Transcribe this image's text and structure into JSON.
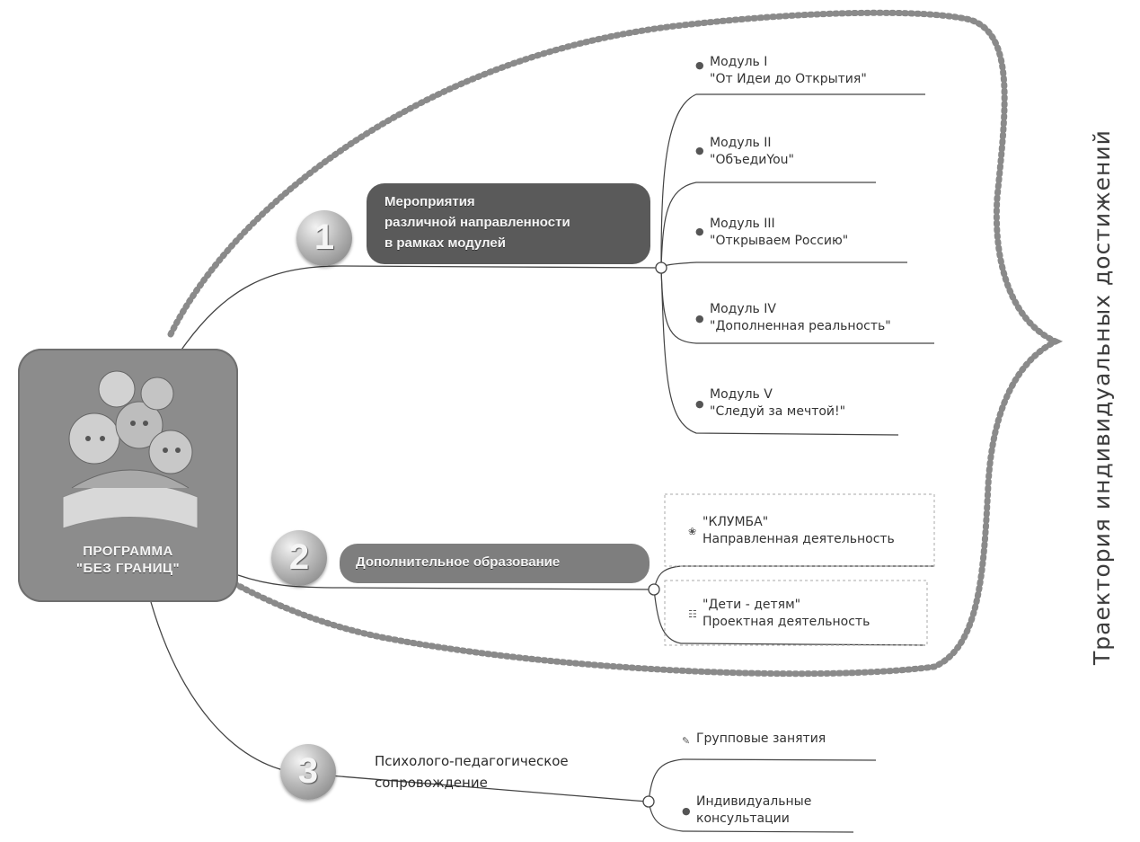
{
  "root": {
    "title_line1": "ПРОГРАММА",
    "title_line2": "\"БЕЗ ГРАНИЦ\""
  },
  "branches": [
    {
      "number": "1",
      "label_lines": [
        "Мероприятия",
        "различной направленности",
        "в рамках модулей"
      ],
      "leaves": [
        {
          "line1": "Модуль I",
          "line2": "\"От Идеи до Открытия\""
        },
        {
          "line1": "Модуль II",
          "line2": "\"ОбъедиYou\""
        },
        {
          "line1": "Модуль III",
          "line2": "\"Открываем Россию\""
        },
        {
          "line1": "Модуль IV",
          "line2": "\"Дополненная реальность\""
        },
        {
          "line1": "Модуль V",
          "line2": "\"Следуй за мечтой!\""
        }
      ]
    },
    {
      "number": "2",
      "label_lines": [
        "Дополнительное образование"
      ],
      "leaves": [
        {
          "line1": "\"КЛУМБА\"",
          "line2": "Направленная деятельность"
        },
        {
          "line1": "\"Дети - детям\"",
          "line2": "Проектная деятельность"
        }
      ]
    },
    {
      "number": "3",
      "label_lines": [
        "Психолого-педагогическое",
        "сопровождение"
      ],
      "leaves": [
        {
          "line1": "Групповые занятия",
          "line2": ""
        },
        {
          "line1": "Индивидуальные",
          "line2": "консультации"
        }
      ]
    }
  ],
  "side_caption": "Траектория индивидуальных достижений"
}
